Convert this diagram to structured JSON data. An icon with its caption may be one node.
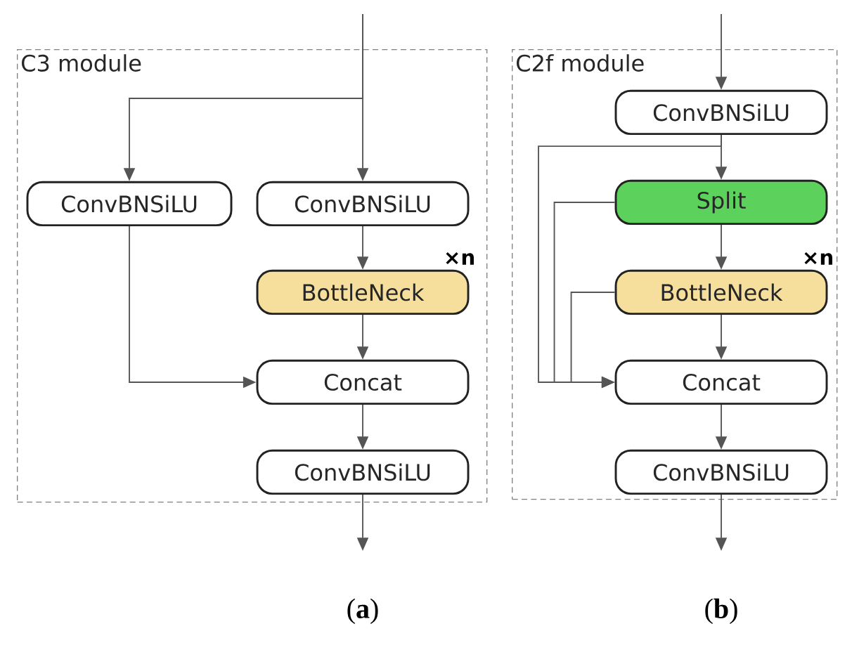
{
  "diagram": {
    "nodes": [
      {
        "text": [
          "C3 module"
        ]
      },
      {
        "text": [
          "ConvBNSiLU"
        ],
        "in": 0
      },
      {
        "text": [
          "ConvBNSiLU"
        ],
        "in": 0
      },
      {
        "text": [
          "BottleNeck"
        ],
        "in": 0,
        "beside": [
          "×n"
        ]
      },
      {
        "text": [
          "Concat"
        ],
        "in": 0
      },
      {
        "text": [
          "ConvBNSiLU"
        ],
        "in": 0
      },
      {
        "text": [
          "C2f module"
        ]
      },
      {
        "text": [
          "ConvBNSiLU"
        ],
        "in": 6
      },
      {
        "text": [
          "Split"
        ],
        "in": 6
      },
      {
        "text": [
          "BottleNeck"
        ],
        "in": 6,
        "beside": [
          "×n"
        ]
      },
      {
        "text": [
          "Concat"
        ],
        "in": 6
      },
      {
        "text": [
          "ConvBNSiLU"
        ],
        "in": 6
      }
    ],
    "edges": [
      {
        "from": null,
        "to": 1,
        "arrow": "to"
      },
      {
        "from": null,
        "to": 2,
        "arrow": "to"
      },
      {
        "from": 2,
        "to": 3,
        "arrow": "to"
      },
      {
        "from": 3,
        "to": 4,
        "arrow": "to"
      },
      {
        "from": 1,
        "to": 4,
        "arrow": "to"
      },
      {
        "from": 4,
        "to": 5,
        "arrow": "to"
      },
      {
        "from": 5,
        "to": null,
        "arrow": "to"
      },
      {
        "from": null,
        "to": 7,
        "arrow": "to"
      },
      {
        "from": 7,
        "to": 8,
        "arrow": "to"
      },
      {
        "from": 7,
        "to": 10,
        "arrow": "to"
      },
      {
        "from": 8,
        "to": 9,
        "arrow": "to"
      },
      {
        "from": 8,
        "to": 10,
        "arrow": "to"
      },
      {
        "from": 9,
        "to": 10,
        "arrow": "to"
      },
      {
        "from": 9,
        "to": 10,
        "arrow": "to"
      },
      {
        "from": 10,
        "to": 11,
        "arrow": "to"
      },
      {
        "from": 11,
        "to": null,
        "arrow": "to"
      }
    ],
    "labels": [
      "(**a**)",
      "(**b**)"
    ]
  }
}
